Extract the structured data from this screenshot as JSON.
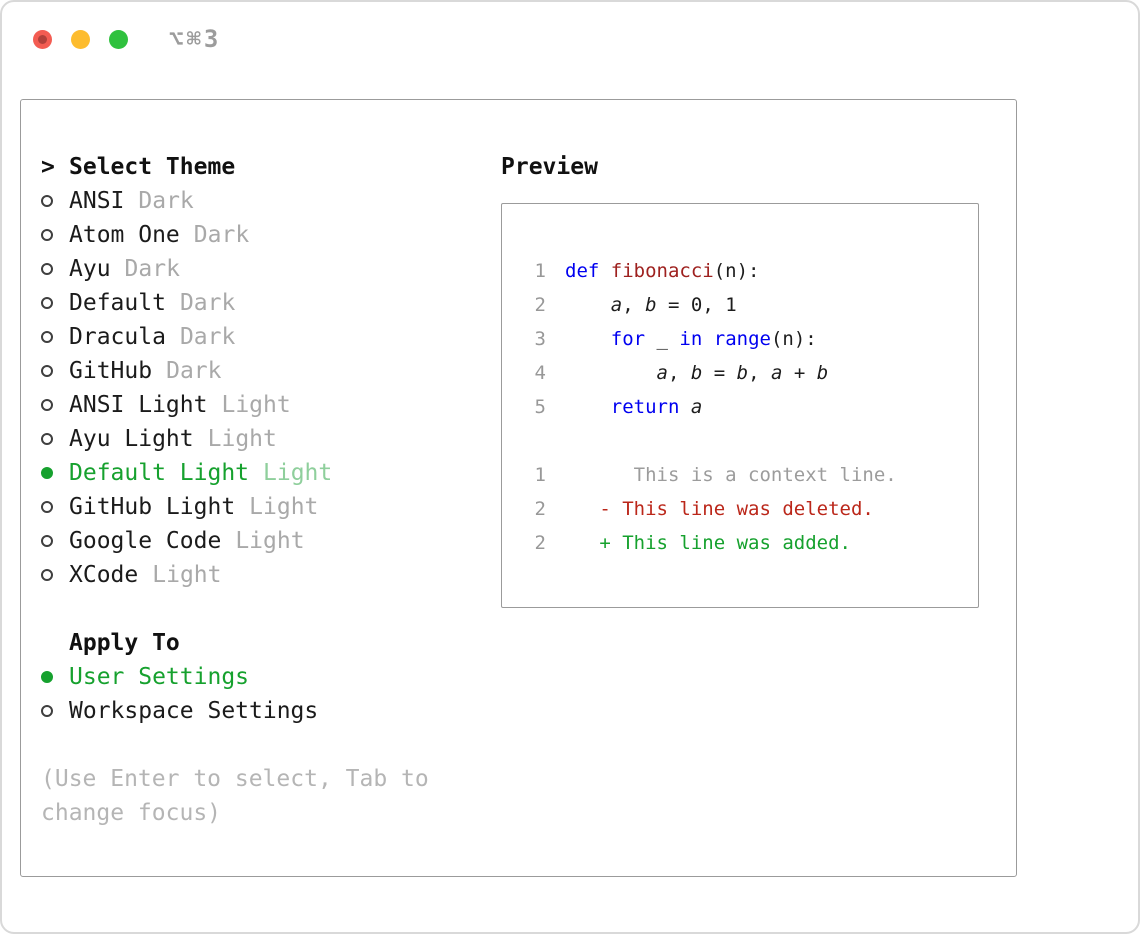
{
  "titlebar": {
    "shortcut": "⌥⌘3"
  },
  "theme_selector": {
    "prompt": ">",
    "title": "Select Theme",
    "items": [
      {
        "name": "ANSI",
        "variant": "Dark",
        "selected": false
      },
      {
        "name": "Atom One",
        "variant": "Dark",
        "selected": false
      },
      {
        "name": "Ayu",
        "variant": "Dark",
        "selected": false
      },
      {
        "name": "Default",
        "variant": "Dark",
        "selected": false
      },
      {
        "name": "Dracula",
        "variant": "Dark",
        "selected": false
      },
      {
        "name": "GitHub",
        "variant": "Dark",
        "selected": false
      },
      {
        "name": "ANSI Light",
        "variant": "Light",
        "selected": false
      },
      {
        "name": "Ayu Light",
        "variant": "Light",
        "selected": false
      },
      {
        "name": "Default Light",
        "variant": "Light",
        "selected": true
      },
      {
        "name": "GitHub Light",
        "variant": "Light",
        "selected": false
      },
      {
        "name": "Google Code",
        "variant": "Light",
        "selected": false
      },
      {
        "name": "XCode",
        "variant": "Light",
        "selected": false
      }
    ]
  },
  "apply_to": {
    "title": "Apply To",
    "options": [
      {
        "label": "User Settings",
        "selected": true
      },
      {
        "label": "Workspace Settings",
        "selected": false
      }
    ]
  },
  "hint": "(Use Enter to select, Tab to change focus)",
  "preview": {
    "title": "Preview",
    "lines": [
      {
        "num": "1",
        "segments": [
          {
            "t": "def",
            "c": "kw"
          },
          {
            "t": " ",
            "c": "p"
          },
          {
            "t": "fibonacci",
            "c": "fn"
          },
          {
            "t": "(n):",
            "c": "p"
          }
        ]
      },
      {
        "num": "2",
        "segments": [
          {
            "t": "    ",
            "c": "p"
          },
          {
            "t": "a",
            "c": "v"
          },
          {
            "t": ", ",
            "c": "p"
          },
          {
            "t": "b",
            "c": "v"
          },
          {
            "t": " = 0, 1",
            "c": "p"
          }
        ]
      },
      {
        "num": "3",
        "segments": [
          {
            "t": "    ",
            "c": "p"
          },
          {
            "t": "for",
            "c": "kw"
          },
          {
            "t": " _ ",
            "c": "p"
          },
          {
            "t": "in",
            "c": "kw"
          },
          {
            "t": " ",
            "c": "p"
          },
          {
            "t": "range",
            "c": "kw"
          },
          {
            "t": "(n):",
            "c": "p"
          }
        ]
      },
      {
        "num": "4",
        "segments": [
          {
            "t": "        ",
            "c": "p"
          },
          {
            "t": "a",
            "c": "v"
          },
          {
            "t": ", ",
            "c": "p"
          },
          {
            "t": "b",
            "c": "v"
          },
          {
            "t": " = ",
            "c": "p"
          },
          {
            "t": "b",
            "c": "v"
          },
          {
            "t": ", ",
            "c": "p"
          },
          {
            "t": "a",
            "c": "v"
          },
          {
            "t": " + ",
            "c": "p"
          },
          {
            "t": "b",
            "c": "v"
          }
        ]
      },
      {
        "num": "5",
        "segments": [
          {
            "t": "    ",
            "c": "p"
          },
          {
            "t": "return",
            "c": "kw"
          },
          {
            "t": " ",
            "c": "p"
          },
          {
            "t": "a",
            "c": "v"
          }
        ]
      },
      {
        "num": "",
        "segments": []
      },
      {
        "num": "1",
        "segments": [
          {
            "t": "      This is a context line.",
            "c": "ctx"
          }
        ]
      },
      {
        "num": "2",
        "segments": [
          {
            "t": "   - This line was deleted.",
            "c": "del"
          }
        ]
      },
      {
        "num": "2",
        "segments": [
          {
            "t": "   + This line was added.",
            "c": "add"
          }
        ]
      }
    ]
  },
  "colors": {
    "accent_green": "#16a12e",
    "selected_variant_green": "#8fcf9c",
    "keyword_blue": "#0000f0",
    "function_red": "#9e211f",
    "deleted_red": "#bb271a",
    "added_green": "#16a12e",
    "context_gray": "#9c9c9c",
    "line_number_gray": "#989898",
    "muted_gray": "#a9a9a9",
    "hint_gray": "#b5b5b5",
    "panel_border": "#9b9b9b",
    "traffic_red": "#f35c52",
    "traffic_yellow": "#fdbc2e",
    "traffic_green": "#2fc13e"
  }
}
